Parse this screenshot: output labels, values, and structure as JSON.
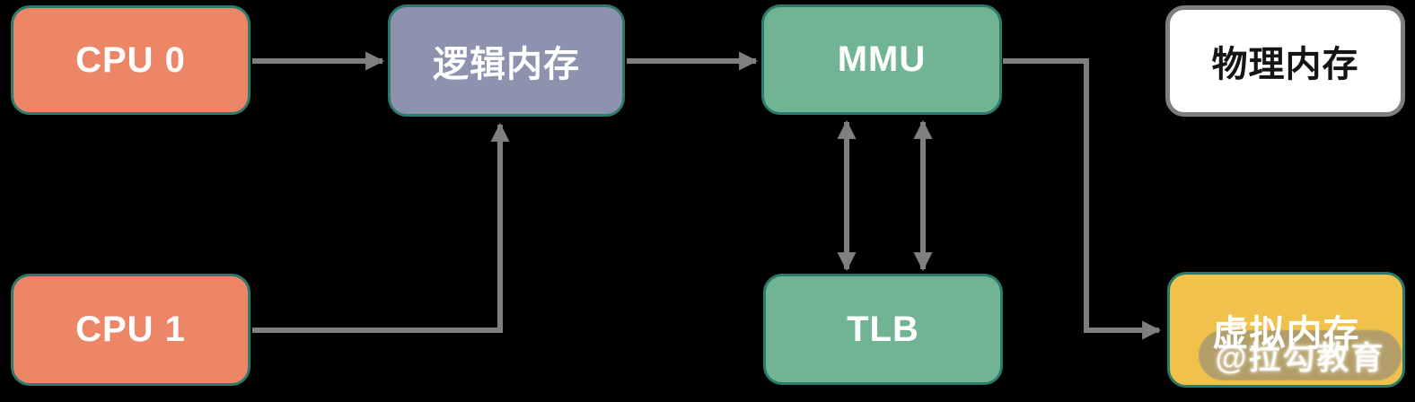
{
  "nodes": {
    "cpu0": {
      "label": "CPU 0",
      "fill": "#ED8666",
      "border": "#2B7A6C",
      "text_color": "#FFFFFF"
    },
    "cpu1": {
      "label": "CPU 1",
      "fill": "#ED8666",
      "border": "#2B7A6C",
      "text_color": "#FFFFFF"
    },
    "logical_memory": {
      "label": "逻辑内存",
      "fill": "#8D93AF",
      "border": "#2B7A6C",
      "text_color": "#FFFFFF"
    },
    "mmu": {
      "label": "MMU",
      "fill": "#70B493",
      "border": "#2B7A6C",
      "text_color": "#FFFFFF"
    },
    "tlb": {
      "label": "TLB",
      "fill": "#70B493",
      "border": "#2B7A6C",
      "text_color": "#FFFFFF"
    },
    "physical_memory": {
      "label": "物理内存",
      "fill": "#FFFFFF",
      "border": "#7F7F7F",
      "text_color": "#141414"
    },
    "virtual_memory": {
      "label": "虚拟内存",
      "fill": "#F0C24C",
      "border": "#2B7A6C",
      "text_color": "#FFFFFF"
    }
  },
  "edges": [
    {
      "from": "cpu0",
      "to": "logical_memory",
      "type": "arrow"
    },
    {
      "from": "logical_memory",
      "to": "mmu",
      "type": "arrow"
    },
    {
      "from": "cpu1",
      "to": "logical_memory",
      "type": "arrow",
      "route": "right-then-up"
    },
    {
      "from": "mmu",
      "to": "tlb",
      "type": "double-arrow"
    },
    {
      "from": "mmu",
      "to": "tlb",
      "type": "double-arrow"
    },
    {
      "from": "mmu",
      "to": "virtual_memory",
      "type": "arrow",
      "route": "right-down-right"
    }
  ],
  "watermark": {
    "label": "@拉勾教育"
  },
  "palette": {
    "background": "#000000",
    "connector": "#7F7F7F",
    "node_border_teal": "#2B7A6C",
    "physical_border_gray": "#7F7F7F",
    "text_light": "#FFFFFF",
    "text_dark": "#141414"
  }
}
